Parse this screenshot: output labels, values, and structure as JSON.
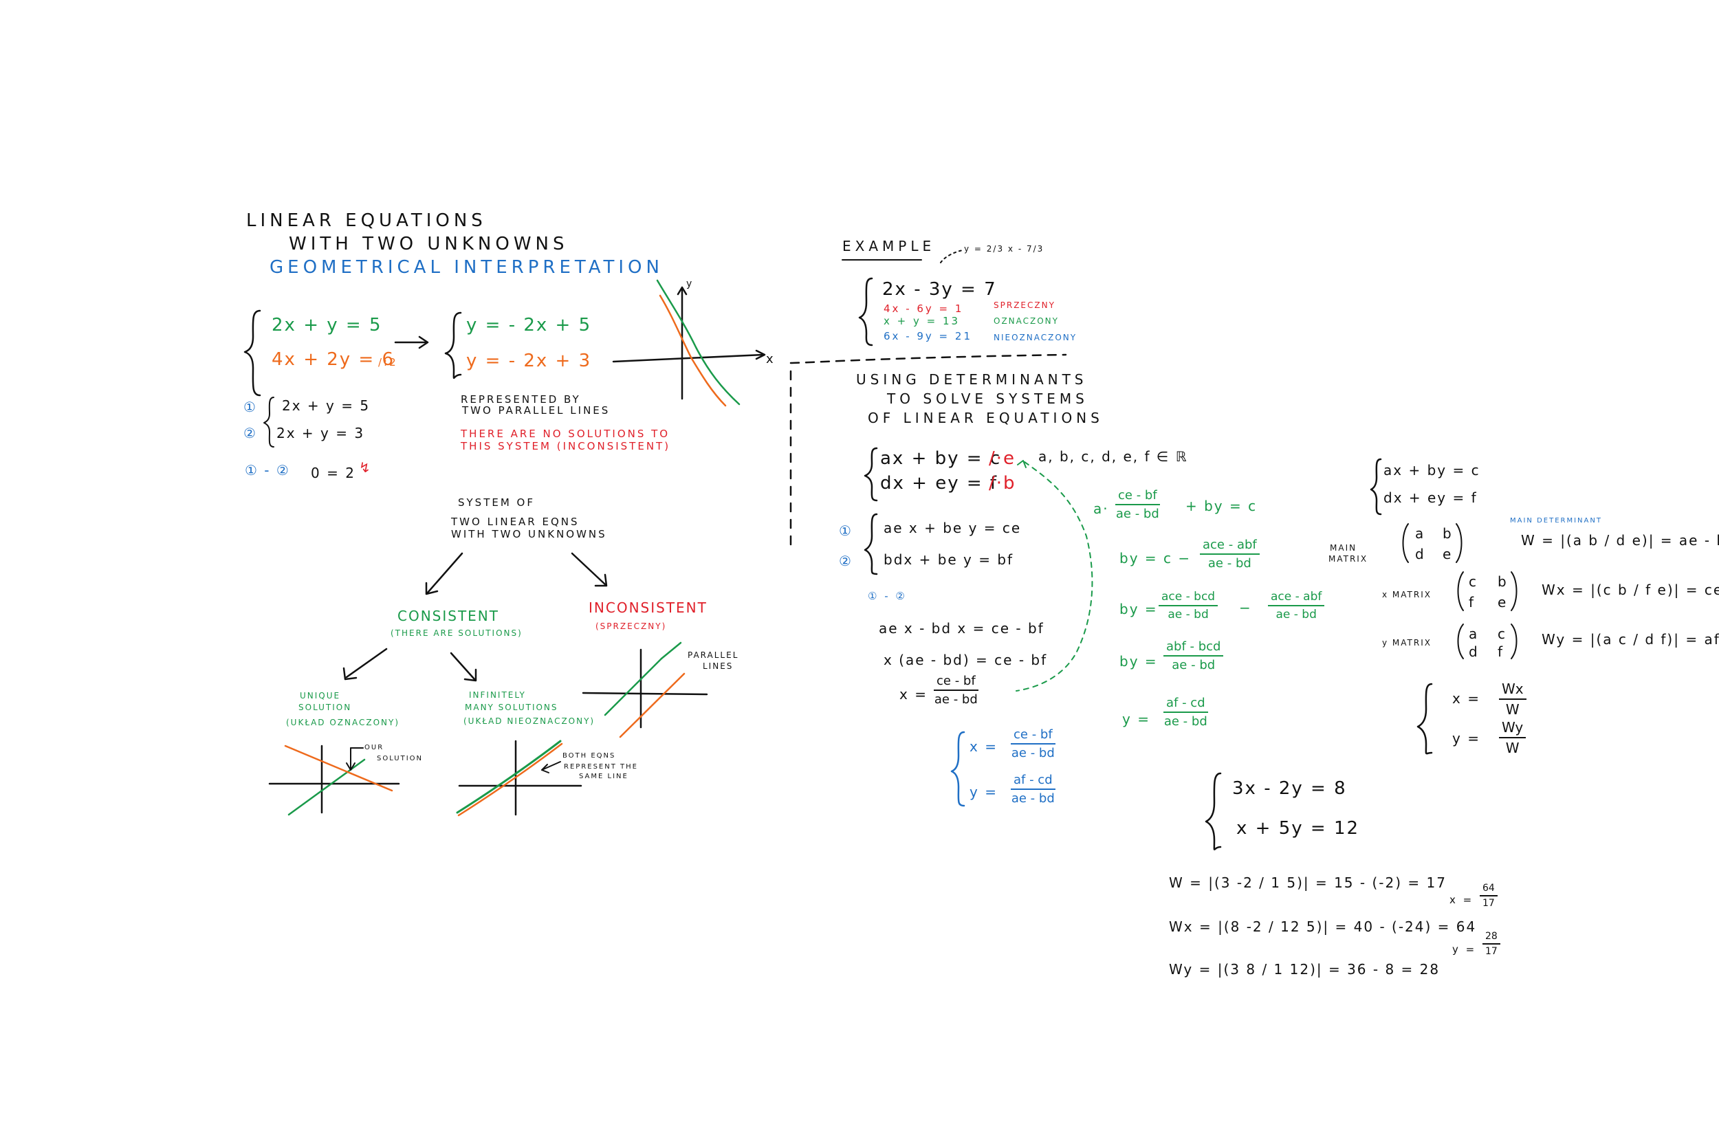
{
  "title": {
    "line1": "LINEAR EQUATIONS",
    "line2": "WITH TWO UNKNOWNS",
    "subtitle": "GEOMETRICAL INTERPRETATION"
  },
  "first_system": {
    "eq1": "2x + y = 5",
    "eq2": "4x + 2y = 6",
    "divide_note": "/:2",
    "rewritten1": "y = - 2x + 5",
    "rewritten2": "y = - 2x + 3"
  },
  "numbered_system": {
    "marker1": "①",
    "marker2": "②",
    "eq1": "2x + y = 5",
    "eq2": "2x + y = 3",
    "subtract": "① - ②",
    "result": "0 = 2",
    "lightning": "↯"
  },
  "parallel_note": {
    "line1": "REPRESENTED BY",
    "line2": "TWO PARALLEL LINES",
    "red1": "THERE ARE NO SOLUTIONS TO",
    "red2": "THIS SYSTEM (INCONSISTENT)"
  },
  "axis_labels": {
    "x": "x",
    "y": "y"
  },
  "tree": {
    "root1": "SYSTEM OF",
    "root2": "TWO LINEAR EQNS",
    "root3": "WITH TWO UNKNOWNS",
    "consistent": "CONSISTENT",
    "consistent_note": "(THERE ARE SOLUTIONS)",
    "inconsistent": "INCONSISTENT",
    "inconsistent_note": "(SPRZECZNY)",
    "unique1": "UNIQUE",
    "unique2": "SOLUTION",
    "unique3": "(UKŁAD OZNACZONY)",
    "infinite1": "INFINITELY",
    "infinite2": "MANY SOLUTIONS",
    "infinite3": "(UKŁAD NIEOZNACZONY)",
    "parallel1": "PARALLEL",
    "parallel2": "LINES",
    "our_solution1": "OUR",
    "our_solution2": "SOLUTION",
    "both1": "BOTH EQNS",
    "both2": "REPRESENT THE",
    "both3": "SAME LINE"
  },
  "example": {
    "heading": "EXAMPLE",
    "slope_note": "y = 2/3 x - 7/3",
    "main": "2x - 3y = 7",
    "eq_red": "4x - 6y = 1",
    "eq_green": "x + y = 13",
    "eq_blue": "6x - 9y = 21",
    "label_red": "SPRZECZNY",
    "label_green": "OZNACZONY",
    "label_blue": "NIEOZNACZONY"
  },
  "determinants": {
    "heading1": "USING DETERMINANTS",
    "heading2": "TO SOLVE SYSTEMS",
    "heading3": "OF LINEAR EQUATIONS",
    "eq1": "ax + by = c",
    "mult1": "/·e",
    "eq2": "dx + ey = f",
    "mult2": "/·b",
    "domain": "a, b, c, d, e, f ∈ ℝ",
    "m1": "①",
    "m2": "②",
    "meq1": "ae x + be y = ce",
    "meq2": "bdx + be y = bf",
    "sub": "① - ②",
    "step1": "ae x - bd x = ce - bf",
    "step2": "x (ae - bd) = ce - bf",
    "step3_lhs": "x =",
    "frac_ce_bf": "ce - bf",
    "frac_ae_bd": "ae - bd",
    "a_label": "a·",
    "plus_by": "+ by = c",
    "by_eq": "by = c −",
    "frac_ace_abf": "ace - abf",
    "by_eq2": "by =",
    "frac_ace_bcd": "ace - bcd",
    "minus": "−",
    "frac_ace_abf2": "ace - abf",
    "by_eq3": "by =",
    "frac_abf_bcd": "abf - bcd",
    "y_eq": "y =",
    "frac_af_cd": "af - cd",
    "x_lbl": "x =",
    "y_lbl": "y ="
  },
  "matrices": {
    "sys1": "ax + by = c",
    "sys2": "dx + ey = f",
    "main_label1": "MAIN",
    "main_label2": "MATRIX",
    "main_det_title": "MAIN DETERMINANT",
    "m_a": "a",
    "m_b": "b",
    "m_d": "d",
    "m_e": "e",
    "m_c": "c",
    "m_f": "f",
    "W_def": "W = |(a b / d e)| = ae - bd",
    "x_matrix": "x MATRIX",
    "Wx_def": "Wx = |(c b / f e)| = ce - bf",
    "y_matrix": "y MATRIX",
    "Wy_def": "Wy = |(a c / d f)| = af - cd",
    "x_is": "x =",
    "y_is": "y =",
    "Wx": "Wx",
    "Wy": "Wy",
    "W": "W"
  },
  "numeric_example": {
    "eq1": "3x - 2y = 8",
    "eq2": "x + 5y = 12",
    "W": "W = |(3 -2 / 1 5)| = 15 - (-2) = 17",
    "Wx": "Wx = |(8 -2 / 12 5)| = 40 - (-24) = 64",
    "Wy": "Wy = |(3 8 / 1 12)| = 36 - 8 = 28",
    "x_lhs": "x =",
    "x_num": "64",
    "x_den": "17",
    "y_lhs": "y =",
    "y_num": "28",
    "y_den": "17"
  },
  "colors": {
    "ink": "#111111",
    "green": "#1a9a4a",
    "orange": "#ee6a1c",
    "red": "#e0202a",
    "blue": "#1f6fc5"
  }
}
